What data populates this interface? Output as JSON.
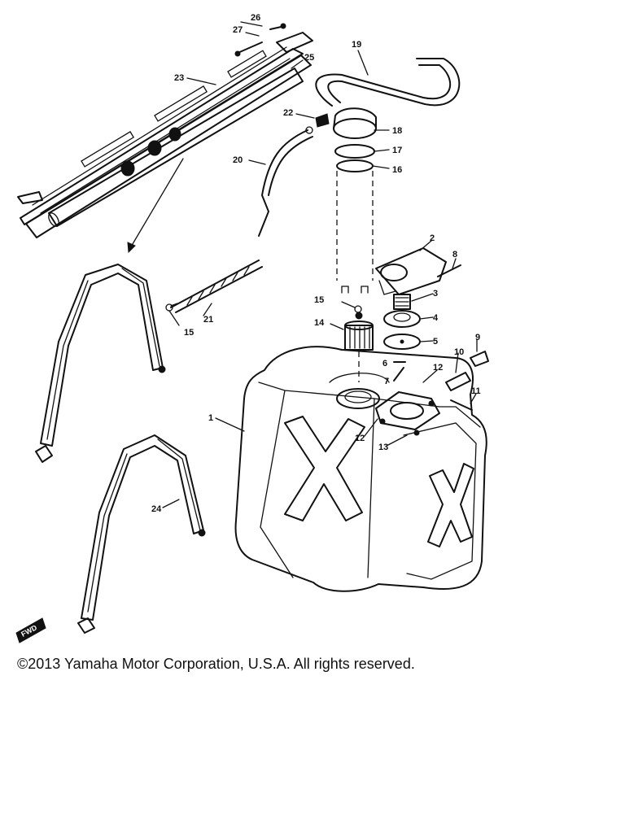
{
  "copyright": "©2013 Yamaha Motor Corporation, U.S.A. All rights reserved.",
  "fwd_badge": "FWD",
  "callouts": [
    {
      "id": "c1",
      "label": "1"
    },
    {
      "id": "c2",
      "label": "2"
    },
    {
      "id": "c3",
      "label": "3"
    },
    {
      "id": "c4",
      "label": "4"
    },
    {
      "id": "c5",
      "label": "5"
    },
    {
      "id": "c6",
      "label": "6"
    },
    {
      "id": "c7",
      "label": "7"
    },
    {
      "id": "c8",
      "label": "8"
    },
    {
      "id": "c9",
      "label": "9"
    },
    {
      "id": "c10",
      "label": "10"
    },
    {
      "id": "c11",
      "label": "11"
    },
    {
      "id": "c12a",
      "label": "12"
    },
    {
      "id": "c12b",
      "label": "12"
    },
    {
      "id": "c13",
      "label": "13"
    },
    {
      "id": "c14",
      "label": "14"
    },
    {
      "id": "c15a",
      "label": "15"
    },
    {
      "id": "c15b",
      "label": "15"
    },
    {
      "id": "c16",
      "label": "16"
    },
    {
      "id": "c17",
      "label": "17"
    },
    {
      "id": "c18",
      "label": "18"
    },
    {
      "id": "c19",
      "label": "19"
    },
    {
      "id": "c20",
      "label": "20"
    },
    {
      "id": "c21",
      "label": "21"
    },
    {
      "id": "c22",
      "label": "22"
    },
    {
      "id": "c23",
      "label": "23"
    },
    {
      "id": "c24",
      "label": "24"
    },
    {
      "id": "c25",
      "label": "25"
    },
    {
      "id": "c26",
      "label": "26"
    },
    {
      "id": "c27",
      "label": "27"
    }
  ]
}
